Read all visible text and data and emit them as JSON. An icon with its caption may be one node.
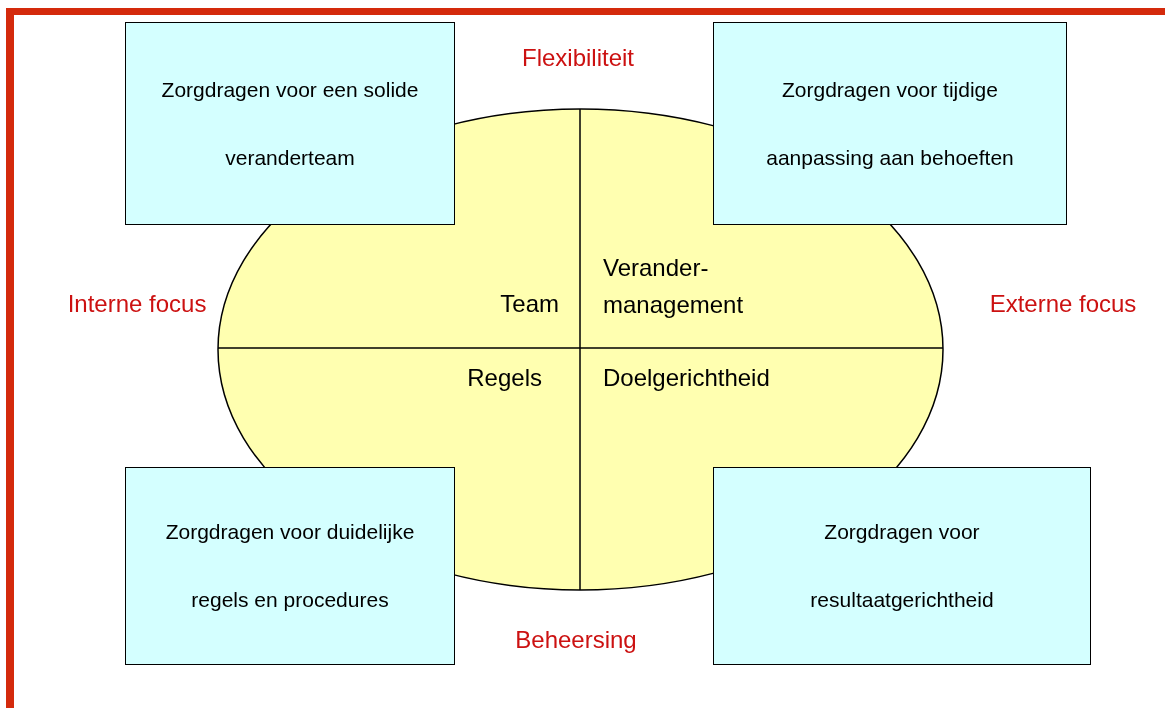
{
  "diagram": {
    "nodes": [
      {
        "text": [
          "Team",
          "Verander- management",
          "Regels",
          "Doelgerichtheid"
        ]
      },
      {
        "text": [
          "Zorgdragen voor een solide veranderteam"
        ]
      },
      {
        "text": [
          "Zorgdragen voor tijdige aanpassing aan behoeften"
        ]
      },
      {
        "text": [
          "Zorgdragen voor duidelijke regels en procedures"
        ]
      },
      {
        "text": [
          "Zorgdragen voor resultaatgerichtheid"
        ]
      }
    ],
    "edges": [],
    "labels": [
      "Flexibiliteit",
      "Interne focus",
      "Externe focus",
      "Beheersing"
    ]
  }
}
